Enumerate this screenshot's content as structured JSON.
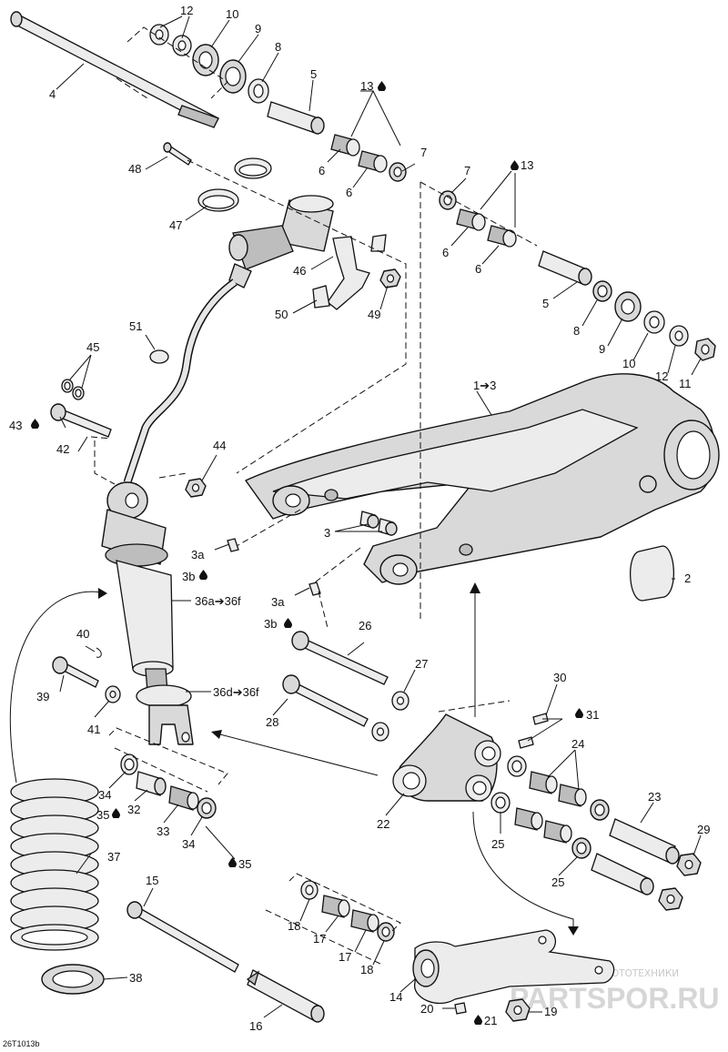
{
  "callouts": {
    "c12a": "12",
    "c10a": "10",
    "c9a": "9",
    "c8a": "8",
    "c4": "4",
    "c5a": "5",
    "c13a": "13",
    "c6a": "6",
    "c6b": "6",
    "c7a": "7",
    "c48": "48",
    "c47": "47",
    "c46": "46",
    "c50": "50",
    "c49": "49",
    "c7b": "7",
    "c13b": "13",
    "c6c": "6",
    "c6d": "6",
    "c5b": "5",
    "c8b": "8",
    "c9b": "9",
    "c10b": "10",
    "c12b": "12",
    "c11": "11",
    "c51": "51",
    "c45": "45",
    "c43": "43",
    "c42": "42",
    "c1to3": "1➔3",
    "c44": "44",
    "c3": "3",
    "c3a1": "3a",
    "c3b1": "3b",
    "c3a2": "3a",
    "c3b2": "3b",
    "c2": "2",
    "c36a": "36a➔36f",
    "c40": "40",
    "c39": "39",
    "c41": "41",
    "c36d": "36d➔36f",
    "c26": "26",
    "c27": "27",
    "c28": "28",
    "c30": "30",
    "c31": "31",
    "c24": "24",
    "c34a": "34",
    "c35a": "35",
    "c32": "32",
    "c33": "33",
    "c34b": "34",
    "c35b": "35",
    "c22": "22",
    "c23": "23",
    "c29": "29",
    "c25a": "25",
    "c25b": "25",
    "c37": "37",
    "c15": "15",
    "c18a": "18",
    "c17a": "17",
    "c17b": "17",
    "c18b": "18",
    "c38": "38",
    "c14": "14",
    "c16": "16",
    "c20": "20",
    "c21": "21",
    "c19": "19"
  },
  "drawing_ref": "26T1013b",
  "watermark": {
    "line1": "ЗАПЧАСТИ И АКСЕССУАРЫ ДЛЯ МОТОТЕХНИКИ",
    "line2": "PARTSPOR.RU"
  }
}
